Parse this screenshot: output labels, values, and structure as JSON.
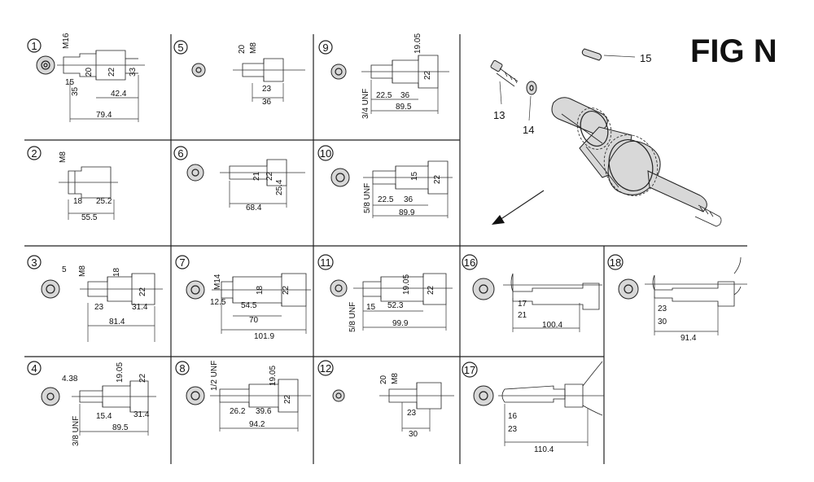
{
  "figure_title": "FIG N",
  "panels": [
    {
      "n": "1",
      "dims": [
        "M16",
        "15",
        "20",
        "22",
        "35",
        "33",
        "42.4",
        "79.4"
      ]
    },
    {
      "n": "2",
      "dims": [
        "M8",
        "18",
        "25.2",
        "55.5"
      ]
    },
    {
      "n": "3",
      "dims": [
        "5",
        "M8",
        "18",
        "22",
        "23",
        "31.4",
        "81.4"
      ]
    },
    {
      "n": "4",
      "dims": [
        "4.38",
        "19.05",
        "22",
        "3/8 UNF",
        "15.4",
        "31.4",
        "89.5"
      ]
    },
    {
      "n": "5",
      "dims": [
        "20",
        "M8",
        "23",
        "36"
      ]
    },
    {
      "n": "6",
      "dims": [
        "21",
        "22",
        "25.4",
        "68.4"
      ]
    },
    {
      "n": "7",
      "dims": [
        "M14",
        "12.5",
        "54.5",
        "18",
        "22",
        "70",
        "101.9"
      ]
    },
    {
      "n": "8",
      "dims": [
        "1/2 UNF",
        "19.05",
        "22",
        "26.2",
        "39.6",
        "94.2"
      ]
    },
    {
      "n": "9",
      "dims": [
        "19.05",
        "3/4 UNF",
        "22.5",
        "36",
        "22",
        "89.5"
      ]
    },
    {
      "n": "10",
      "dims": [
        "5/8 UNF",
        "22.5",
        "36",
        "15",
        "22",
        "89.9"
      ]
    },
    {
      "n": "11",
      "dims": [
        "5/8 UNF",
        "15",
        "52.3",
        "19.05",
        "22",
        "99.9"
      ]
    },
    {
      "n": "12",
      "dims": [
        "20",
        "M8",
        "23",
        "30"
      ]
    },
    {
      "n": "16",
      "dims": [
        "17",
        "21",
        "100.4"
      ]
    },
    {
      "n": "17",
      "dims": [
        "16",
        "23",
        "110.4"
      ]
    },
    {
      "n": "18",
      "dims": [
        "23",
        "30",
        "91.4"
      ]
    }
  ],
  "callouts": [
    "13",
    "14",
    "15"
  ],
  "colors": {
    "ink": "#111111",
    "paper": "#ffffff",
    "shade": "#d8d8d8"
  }
}
